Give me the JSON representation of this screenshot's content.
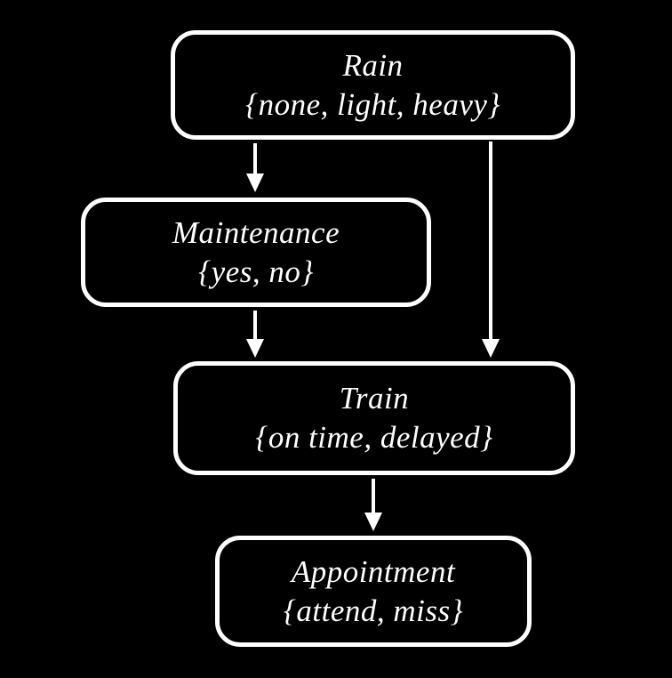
{
  "diagram": {
    "type": "bayesian-network",
    "background_color": "#000000",
    "node_border_color": "#ffffff",
    "text_color": "#ffffff",
    "nodes": {
      "rain": {
        "title": "Rain",
        "domain": "{none, light, heavy}"
      },
      "maintenance": {
        "title": "Maintenance",
        "domain": "{yes, no}"
      },
      "train": {
        "title": "Train",
        "domain": "{on time, delayed}"
      },
      "appointment": {
        "title": "Appointment",
        "domain": "{attend, miss}"
      }
    },
    "edges": [
      {
        "from": "Rain",
        "to": "Maintenance"
      },
      {
        "from": "Rain",
        "to": "Train"
      },
      {
        "from": "Maintenance",
        "to": "Train"
      },
      {
        "from": "Train",
        "to": "Appointment"
      }
    ]
  }
}
